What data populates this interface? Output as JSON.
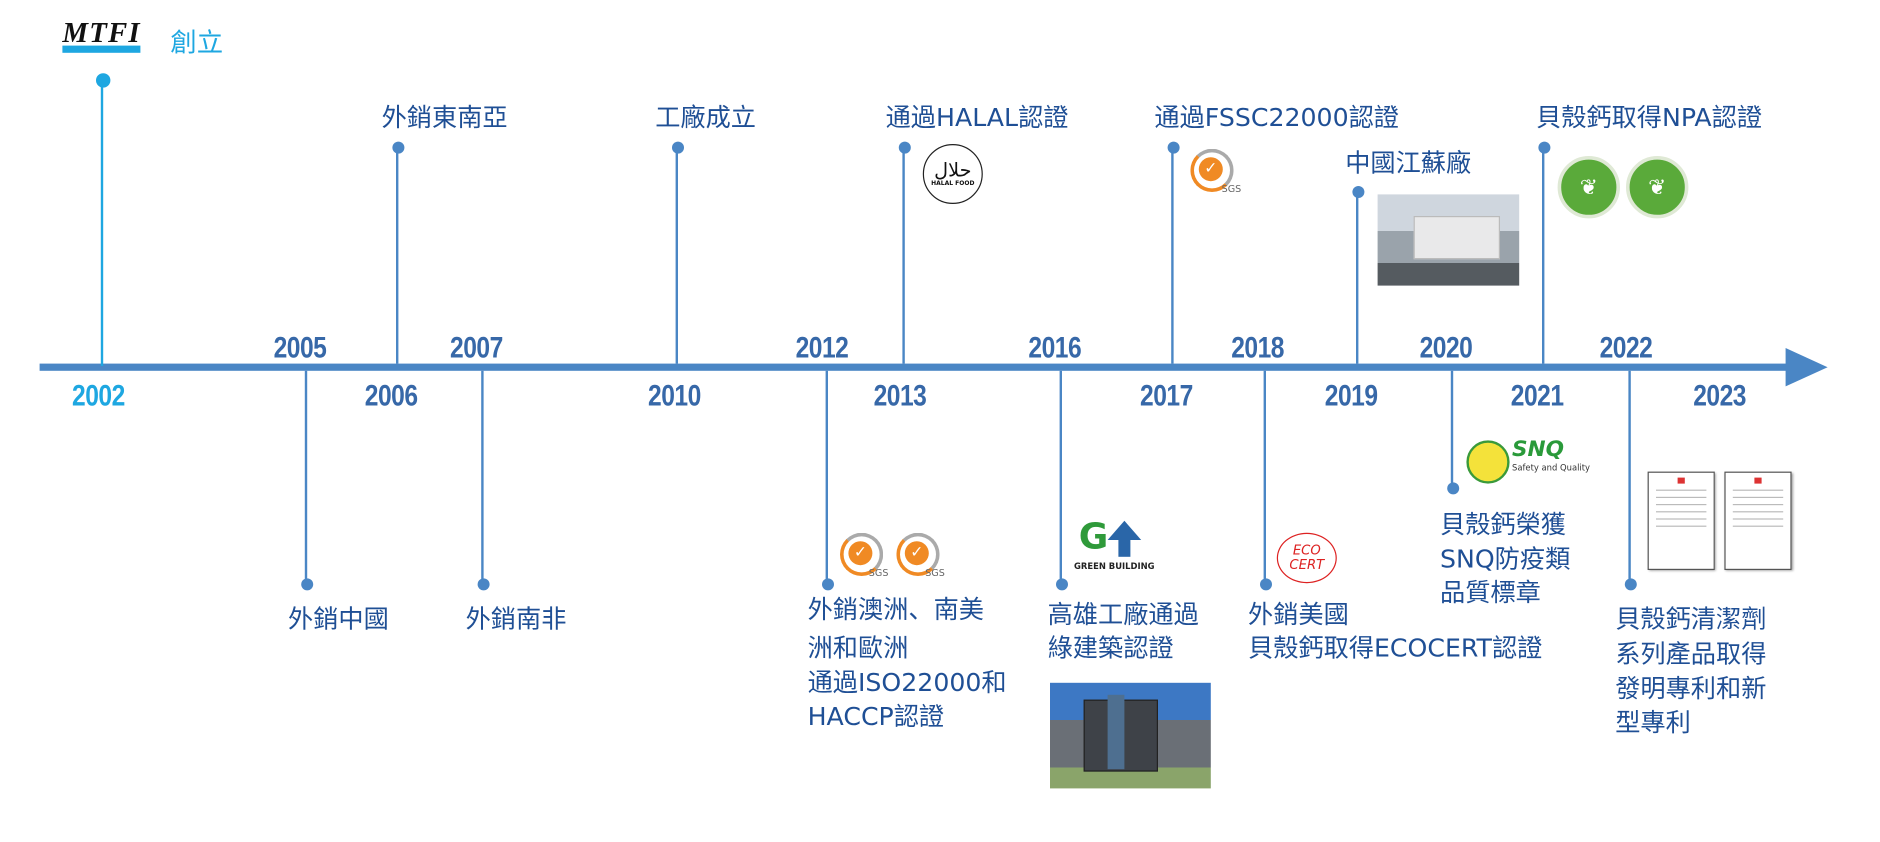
{
  "title_logo": {
    "brand": "MTFI",
    "label": "創立"
  },
  "colors": {
    "axis": "#4a86c5",
    "text": "#1f4f95",
    "highlight": "#1ea7e1"
  },
  "years": [
    "2002",
    "2005",
    "2006",
    "2007",
    "2010",
    "2012",
    "2013",
    "2016",
    "2017",
    "2018",
    "2019",
    "2020",
    "2021",
    "2022",
    "2023"
  ],
  "events": {
    "y2006": [
      "外銷東南亞"
    ],
    "y2010": [
      "工廠成立"
    ],
    "y2013": [
      "通過HALAL認證"
    ],
    "y2017": [
      "通過FSSC22000認證"
    ],
    "y2019": [
      "中國江蘇廠"
    ],
    "y2021": [
      "貝殼鈣取得NPA認證"
    ],
    "y2005": [
      "外銷中國"
    ],
    "y2007": [
      "外銷南非"
    ],
    "y2012": [
      "外銷澳洲、南美",
      "洲和歐洲",
      "通過ISO22000和",
      "HACCP認證"
    ],
    "y2016": [
      "高雄工廠通過",
      "綠建築認證"
    ],
    "y2018": [
      "外銷美國",
      "貝殼鈣取得ECOCERT認證"
    ],
    "y2020": [
      "貝殼鈣榮獲",
      "SNQ防疫類",
      "品質標章"
    ],
    "y2022": [
      "貝殼鈣清潔劑",
      "系列產品取得",
      "發明專利和新",
      "型專利"
    ]
  },
  "logos": {
    "halal": {
      "arabic": "حلال",
      "caption": "HALAL FOOD"
    },
    "sgs": "SGS",
    "green_building": "GREEN BUILDING",
    "ecocert": [
      "ECO",
      "CERT"
    ],
    "snq": {
      "mark": "SNQ",
      "caption": "Safety and Quality"
    }
  }
}
